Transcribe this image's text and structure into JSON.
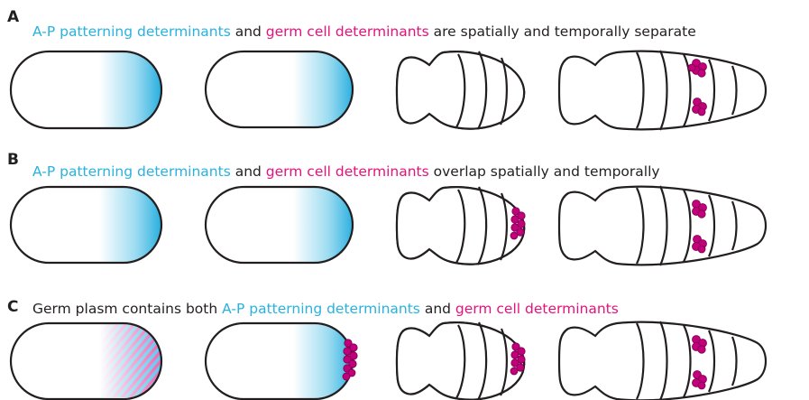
{
  "colors": {
    "ap_determinants": "#29b2e0",
    "germ_determinants": "#e5127d",
    "germ_cell_fill": "#c1007a",
    "outline": "#231f20"
  },
  "panels": [
    {
      "letter": "A",
      "caption": {
        "part1": "A-P patterning determinants",
        "part2": " and ",
        "part3": "germ cell determinants",
        "part4": " are spatially and temporally separate",
        "part5": ""
      },
      "stages": [
        "oocyte-gradient",
        "egg-gradient",
        "early-embryo-gradient",
        "late-embryo-germ-cells"
      ]
    },
    {
      "letter": "B",
      "caption": {
        "part1": "A-P patterning determinants",
        "part2": " and ",
        "part3": "germ cell determinants",
        "part4": " overlap spatially and temporally",
        "part5": ""
      },
      "stages": [
        "oocyte-gradient",
        "egg-gradient",
        "early-embryo-gradient-germ-cells",
        "late-embryo-germ-cells"
      ]
    },
    {
      "letter": "C",
      "caption": {
        "part1": "Germ plasm contains both ",
        "part2": "A-P patterning determinants",
        "part3": " and ",
        "part4": "germ cell determinants",
        "part5": ""
      },
      "stages": [
        "oocyte-germ-plasm-stripes",
        "egg-gradient-germ-cells",
        "early-embryo-gradient-germ-cells",
        "late-embryo-germ-cells"
      ]
    }
  ]
}
